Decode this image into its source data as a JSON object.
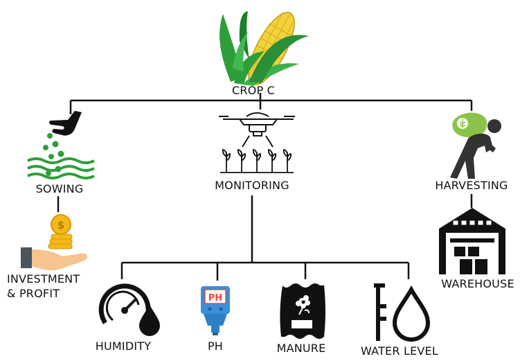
{
  "root": {
    "label": "CROP C",
    "icon": "corn-cob-icon"
  },
  "stages": {
    "sowing": {
      "label": "SOWING",
      "icon": "sowing-hand-seeds-icon"
    },
    "monitoring": {
      "label": "MONITORING",
      "icon": "drone-over-crops-icon"
    },
    "harvesting": {
      "label": "HARVESTING",
      "icon": "farmer-carrying-sack-icon"
    }
  },
  "sowing_children": {
    "investment": {
      "label": "INVESTMENT\n& PROFIT",
      "icon": "coins-in-hand-icon"
    }
  },
  "harvesting_children": {
    "warehouse": {
      "label": "WAREHOUSE",
      "icon": "warehouse-icon"
    }
  },
  "monitoring_children": {
    "humidity": {
      "label": "HUMIDITY",
      "icon": "gauge-droplet-icon"
    },
    "ph": {
      "label": "PH",
      "icon": "ph-meter-icon",
      "icon_text": "PH"
    },
    "manure": {
      "label": "MANURE",
      "icon": "manure-bag-icon"
    },
    "water_level": {
      "label": "WATER LEVEL",
      "icon": "water-level-icon"
    }
  },
  "colors": {
    "line": "#111111",
    "leaf_green": "#2e9e3a",
    "corn_yellow": "#f2d13a",
    "coin_gold": "#f3b81a",
    "hand_skin": "#f6c48f",
    "ph_blue": "#3b8fd9",
    "ph_red": "#e8473f",
    "sack_green": "#8bc34a"
  }
}
